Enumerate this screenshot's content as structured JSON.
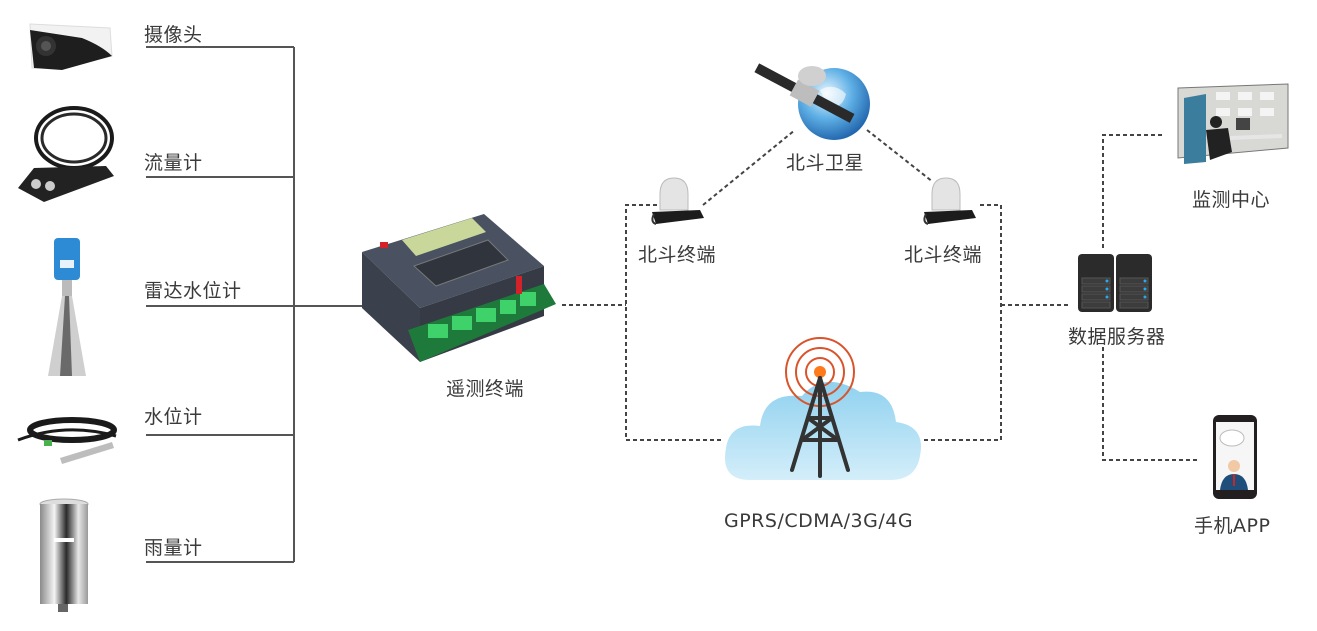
{
  "diagram": {
    "sensors": [
      {
        "id": "camera",
        "label": "摄像头"
      },
      {
        "id": "flowmeter",
        "label": "流量计"
      },
      {
        "id": "radar-level",
        "label": "雷达水位计"
      },
      {
        "id": "water-level",
        "label": "水位计"
      },
      {
        "id": "rain-gauge",
        "label": "雨量计"
      }
    ],
    "rtu": {
      "label": "遥测终端"
    },
    "satellite": {
      "label": "北斗卫星"
    },
    "beidou_terminal_left": {
      "label": "北斗终端"
    },
    "beidou_terminal_right": {
      "label": "北斗终端"
    },
    "cellular": {
      "label": "GPRS/CDMA/3G/4G"
    },
    "server": {
      "label": "数据服务器"
    },
    "monitor_center": {
      "label": "监测中心"
    },
    "mobile_app": {
      "label": "手机APP"
    },
    "colors": {
      "line": "#555555",
      "cloud": "#a9dcf3",
      "signal": "#d9542a",
      "globe": "#2b7fc4"
    }
  }
}
